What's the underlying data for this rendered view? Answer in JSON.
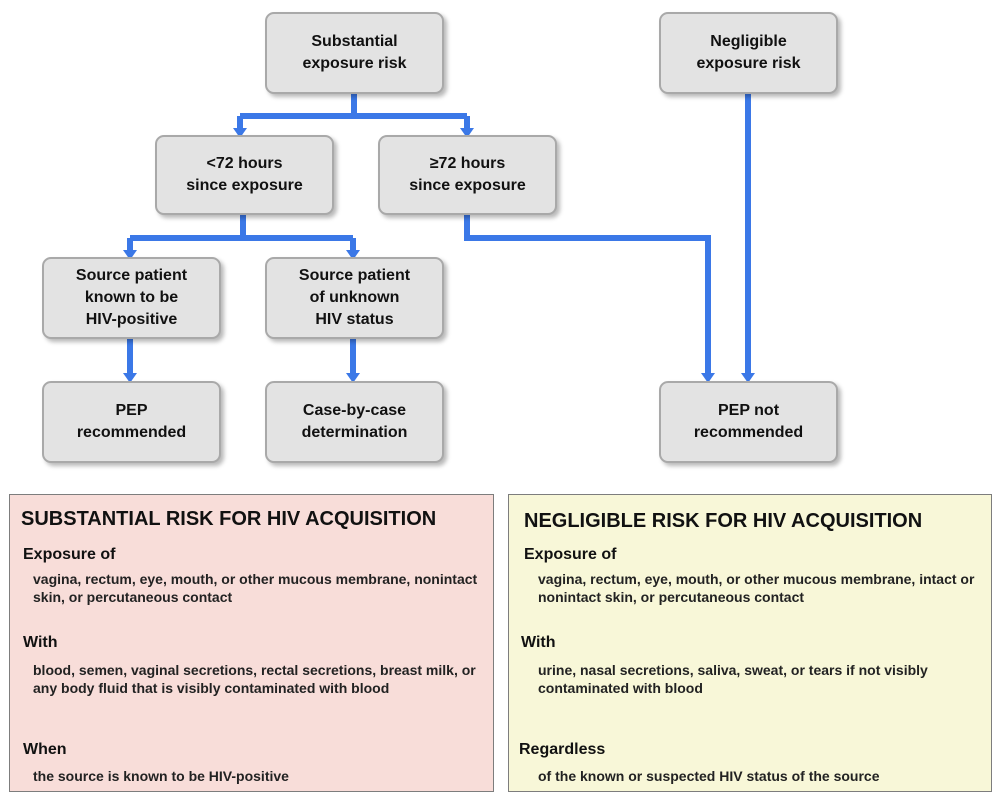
{
  "flowchart": {
    "substantial": "Substantial\nexposure risk",
    "negligible": "Negligible\nexposure risk",
    "lt72": "<72 hours\nsince exposure",
    "ge72": "≥72 hours\nsince exposure",
    "source_positive": "Source patient\nknown to be\nHIV-positive",
    "source_unknown": "Source patient\nof unknown\nHIV status",
    "pep_recommended": "PEP\nrecommended",
    "case_by_case": "Case-by-case\ndetermination",
    "pep_not_recommended": "PEP not\nrecommended",
    "arrow_color": "#3b78e7"
  },
  "substantial_panel": {
    "title": "SUBSTANTIAL RISK FOR HIV ACQUISITION",
    "exposure_heading": "Exposure of",
    "exposure_text": "vagina, rectum, eye, mouth, or other mucous membrane, nonintact skin, or percutaneous contact",
    "with_heading": "With",
    "with_text": "blood, semen, vaginal secretions, rectal secretions, breast milk, or any body fluid that is visibly contaminated with blood",
    "when_heading": "When",
    "when_text": "the source is known to be HIV-positive",
    "background": "#f8ddd9"
  },
  "negligible_panel": {
    "title": "NEGLIGIBLE RISK FOR HIV ACQUISITION",
    "exposure_heading": "Exposure of",
    "exposure_text": "vagina, rectum, eye, mouth, or other mucous membrane, intact or nonintact skin, or percutaneous contact",
    "with_heading": "With",
    "with_text": "urine, nasal secretions, saliva, sweat, or tears if not visibly contaminated with blood",
    "regardless_heading": "Regardless",
    "regardless_text": "of the known or suspected HIV status of the source",
    "background": "#f8f7d8"
  }
}
